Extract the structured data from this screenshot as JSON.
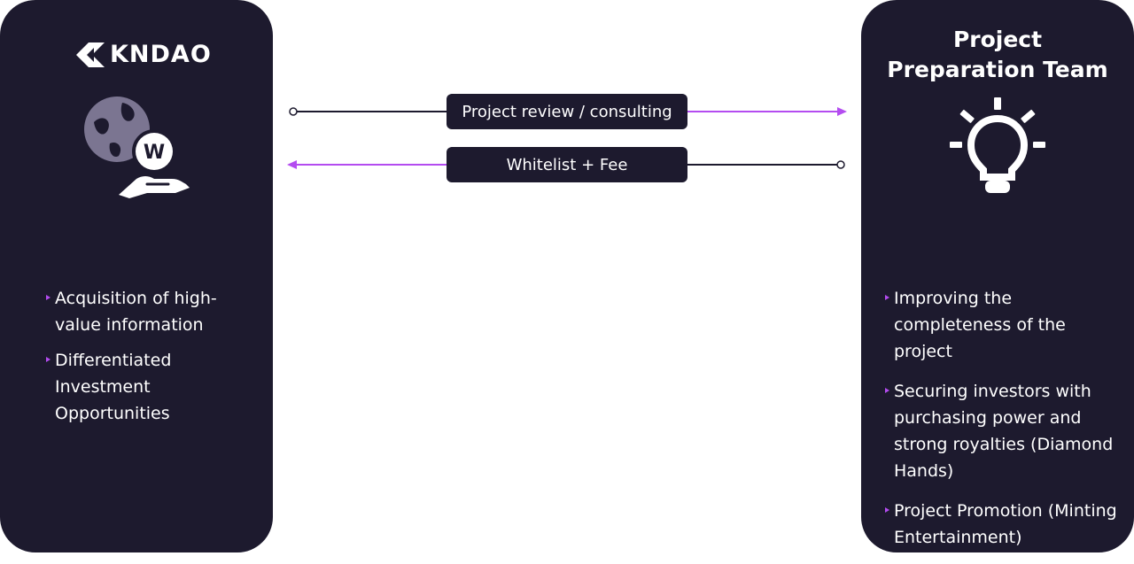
{
  "left": {
    "logo_text": "KNDAO",
    "bullets": [
      "Acquisition of high-value information",
      "Differentiated Investment Opportunities"
    ]
  },
  "right": {
    "title": "Project Preparation Team",
    "bullets": [
      "Improving the completeness of the project",
      "Securing investors with purchasing power and strong royalties (Diamond Hands)",
      "Project Promotion (Minting Entertainment)"
    ]
  },
  "flows": [
    {
      "label": "Project review / consulting",
      "direction": "right"
    },
    {
      "label": "Whitelist + Fee",
      "direction": "left"
    }
  ],
  "icons": {
    "logo": "kndao-logo-icon",
    "wallet": "globe-coin-hand-icon",
    "bulb": "lightbulb-icon",
    "coin_letter": "W"
  },
  "colors": {
    "panel": "#1d1a2e",
    "accent": "#b44cf0",
    "icon_muted": "#7b7591"
  }
}
